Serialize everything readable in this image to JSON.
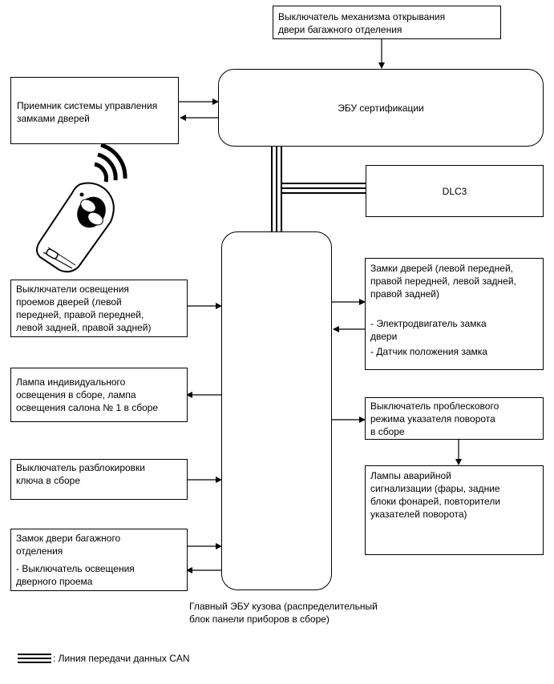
{
  "boxes": {
    "trunk_switch": "Выключатель механизма открывания\nдвери багажного отделения",
    "receiver": "Приемник системы управления\nзамками дверей",
    "cert_ecu": "ЭБУ сертификации",
    "dlc3": "DLC3",
    "door_light_switches": "Выключатели освещения\nпроемов дверей (левой\nпередней, правой передней,\nлевой задней, правой задней)",
    "lamp": "Лампа индивидуального\nосвещения в сборе, лампа\nосвещения салона № 1 в сборе",
    "key_unlock": "Выключатель разблокировки\nключа в сборе",
    "trunk_lock": {
      "title": "Замок двери багажного\nотделения",
      "item": "- Выключатель освещения\n  дверного проема"
    },
    "door_locks": {
      "title": "Замки дверей (левой передней,\nправой передней, левой задней,\nправой задней)",
      "item1": "- Электродвигатель замка\n  двери",
      "item2": "- Датчик положения замка"
    },
    "flasher": "Выключатель проблескового\nрежима указателя поворота\nв сборе",
    "hazard": "Лампы аварийной\nсигнализации (фары, задние\nблоки фонарей, повторители\nуказателей поворота)",
    "main_ecu_label": "Главный ЭБУ кузова (распределительный\nблок панели приборов в сборе)"
  },
  "legend": {
    "can_line": ": Линия передачи данных CAN"
  },
  "icons": {
    "key_fob": "smart-key-fob-icon"
  }
}
